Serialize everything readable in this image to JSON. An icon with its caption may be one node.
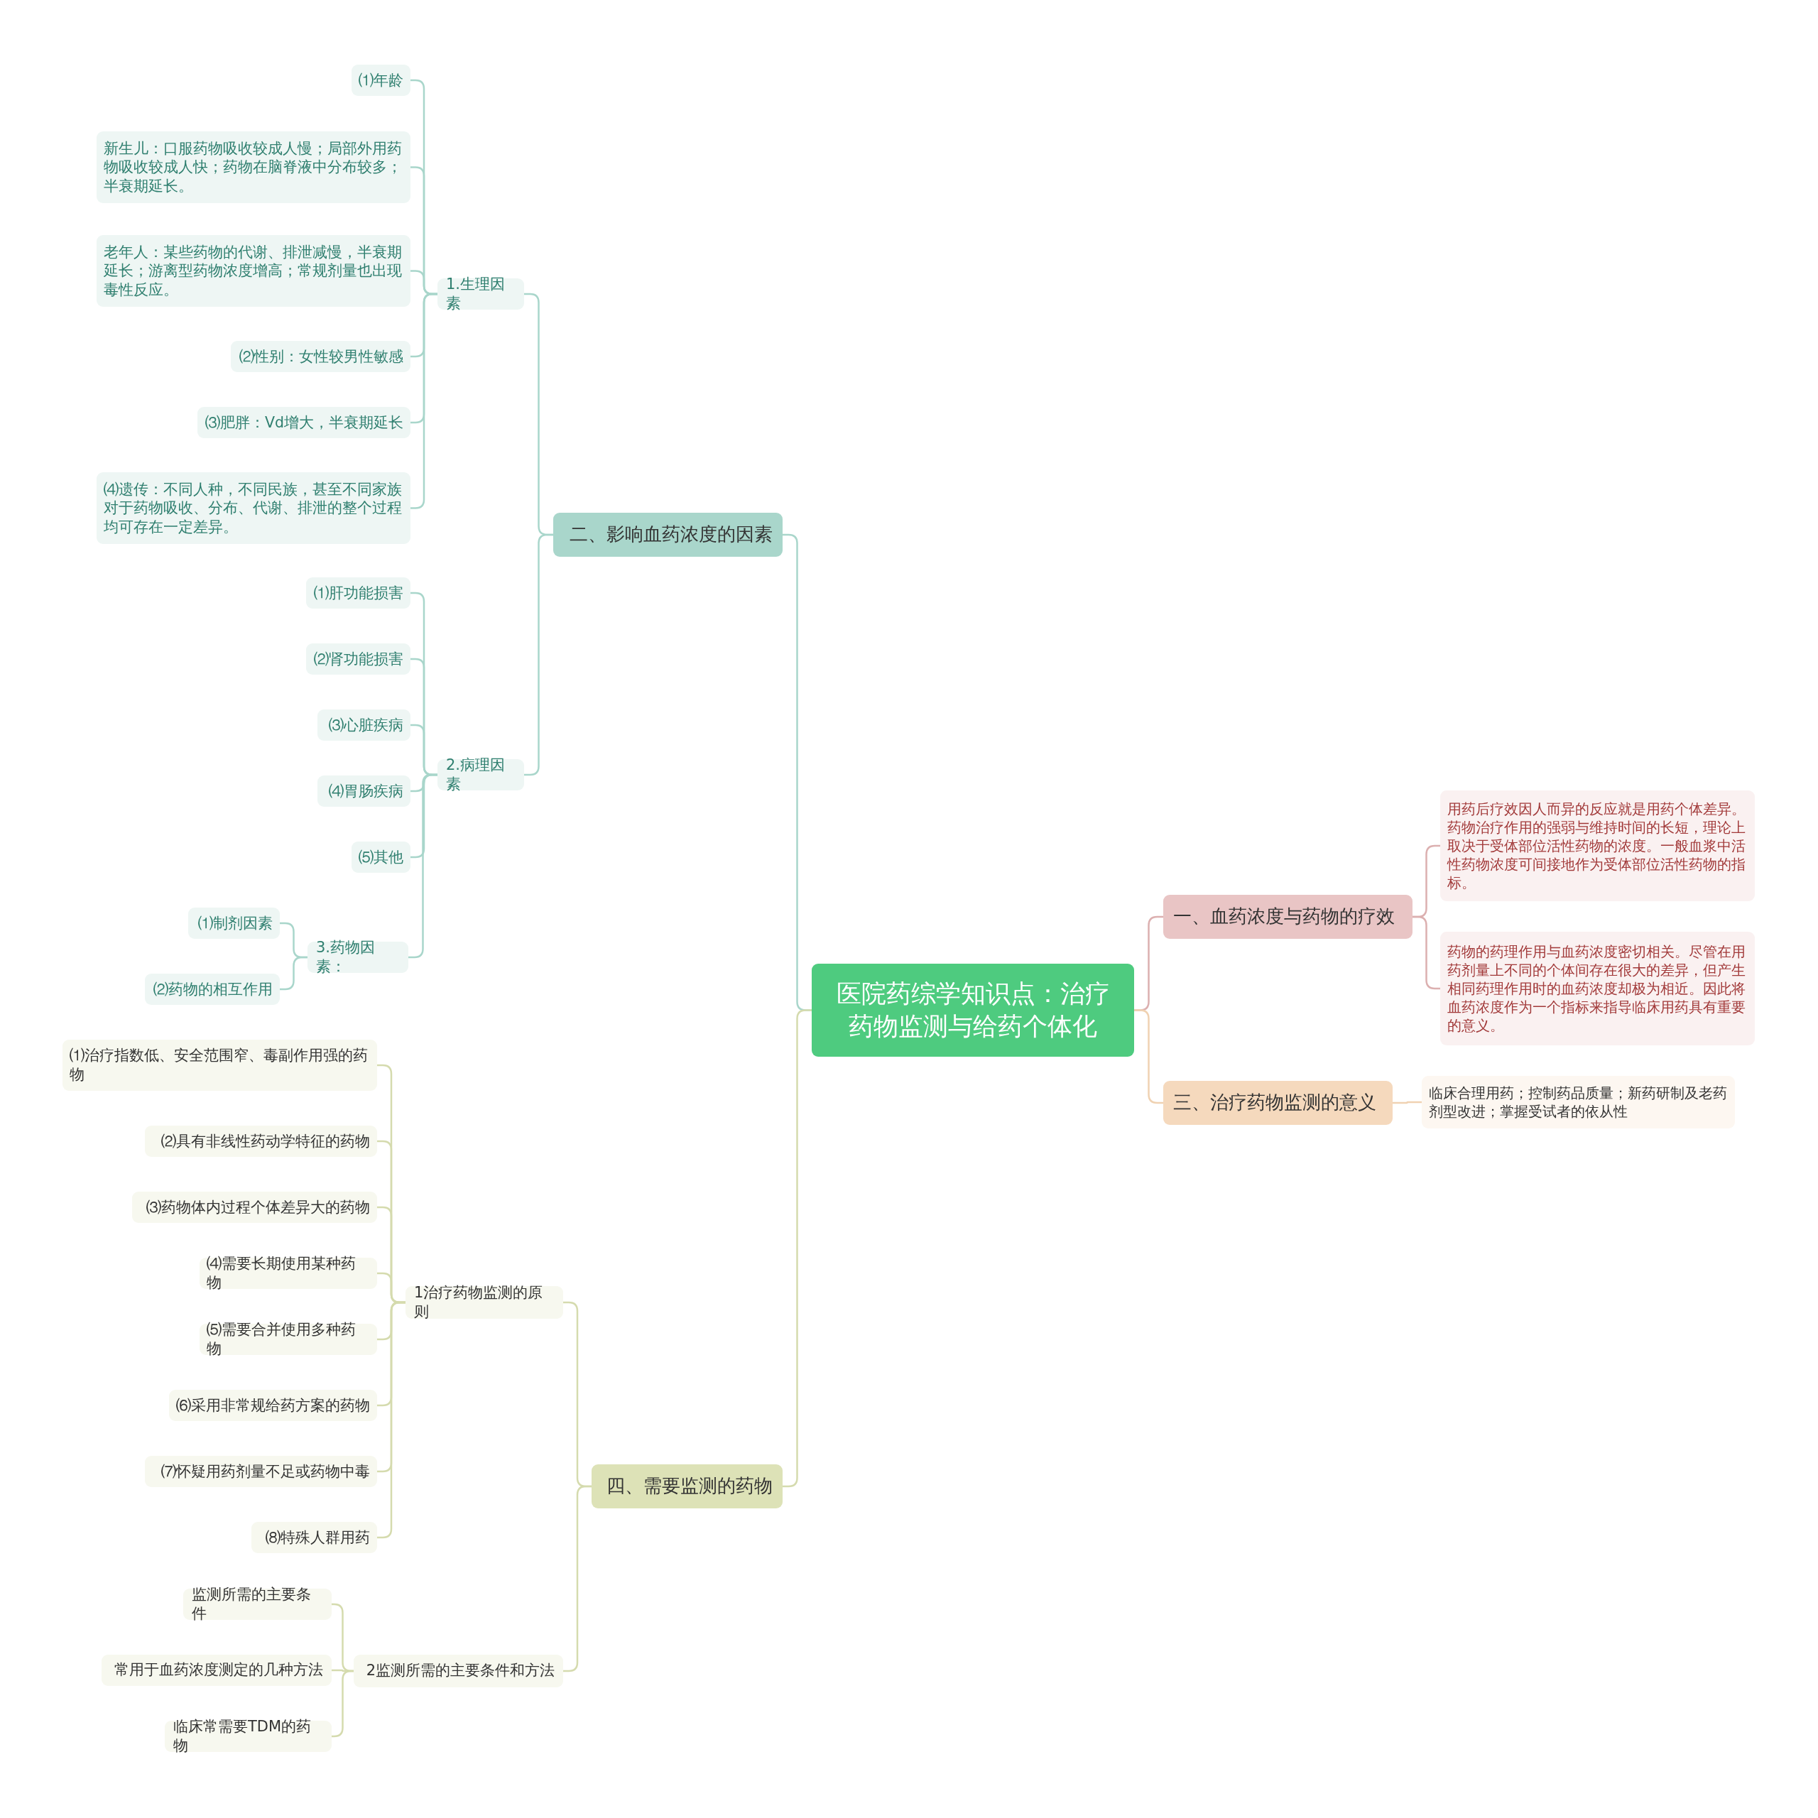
{
  "diagram": {
    "nodes": [
      {
        "text": [
          "医院药综学知识点：治疗药物监测与给药个体化"
        ]
      },
      {
        "text": [
          "一、血药浓度与药物的疗效"
        ]
      },
      {
        "text": [
          "用药后疗效因人而异的反应就是用药个体差异。药物治疗作用的强弱与维持时间的长短，理论上取决于受体部位活性药物的浓度。一般血浆中活性药物浓度可间接地作为受体部位活性药物的指标。"
        ]
      },
      {
        "text": [
          "药物的药理作用与血药浓度密切相关。尽管在用药剂量上不同的个体间存在很大的差异，但产生相同药理作用时的血药浓度却极为相近。因此将血药浓度作为一个指标来指导临床用药具有重要的意义。"
        ]
      },
      {
        "text": [
          "三、治疗药物监测的意义"
        ]
      },
      {
        "text": [
          "临床合理用药；控制药品质量；新药研制及老药剂型改进；掌握受试者的依从性"
        ]
      },
      {
        "text": [
          "二、影响血药浓度的因素"
        ]
      },
      {
        "text": [
          "1.生理因素"
        ]
      },
      {
        "text": [
          "⑴年龄"
        ]
      },
      {
        "text": [
          "新生儿：口服药物吸收较成人慢；局部外用药物吸收较成人快；药物在脑脊液中分布较多；半衰期延长。"
        ]
      },
      {
        "text": [
          "老年人：某些药物的代谢、排泄减慢，半衰期延长；游离型药物浓度增高；常规剂量也出现毒性反应。"
        ]
      },
      {
        "text": [
          "⑵性别：女性较男性敏感"
        ]
      },
      {
        "text": [
          "⑶肥胖：Vd增大，半衰期延长"
        ]
      },
      {
        "text": [
          "⑷遗传：不同人种，不同民族，甚至不同家族对于药物吸收、分布、代谢、排泄的整个过程均可存在一定差异。"
        ]
      },
      {
        "text": [
          "2.病理因素"
        ]
      },
      {
        "text": [
          "⑴肝功能损害"
        ]
      },
      {
        "text": [
          "⑵肾功能损害"
        ]
      },
      {
        "text": [
          "⑶心脏疾病"
        ]
      },
      {
        "text": [
          "⑷胃肠疾病"
        ]
      },
      {
        "text": [
          "⑸其他"
        ]
      },
      {
        "text": [
          "3.药物因素："
        ]
      },
      {
        "text": [
          "⑴制剂因素"
        ]
      },
      {
        "text": [
          "⑵药物的相互作用"
        ]
      },
      {
        "text": [
          "四、需要监测的药物"
        ]
      },
      {
        "text": [
          "1治疗药物监测的原则"
        ]
      },
      {
        "text": [
          "⑴治疗指数低、安全范围窄、毒副作用强的药物"
        ]
      },
      {
        "text": [
          "⑵具有非线性药动学特征的药物"
        ]
      },
      {
        "text": [
          "⑶药物体内过程个体差异大的药物"
        ]
      },
      {
        "text": [
          "⑷需要长期使用某种药物"
        ]
      },
      {
        "text": [
          "⑸需要合并使用多种药物"
        ]
      },
      {
        "text": [
          "⑹采用非常规给药方案的药物"
        ]
      },
      {
        "text": [
          "⑺怀疑用药剂量不足或药物中毒"
        ]
      },
      {
        "text": [
          "⑻特殊人群用药"
        ]
      },
      {
        "text": [
          "2监测所需的主要条件和方法"
        ]
      },
      {
        "text": [
          "监测所需的主要条件"
        ]
      },
      {
        "text": [
          "常用于血药浓度测定的几种方法"
        ]
      },
      {
        "text": [
          "临床常需要TDM的药物"
        ]
      }
    ],
    "edges": [
      {
        "from": 0,
        "to": 1,
        "arrow": "none",
        "color": "#dcb0b0"
      },
      {
        "from": 1,
        "to": 2,
        "arrow": "none",
        "color": "#dcb0b0"
      },
      {
        "from": 1,
        "to": 3,
        "arrow": "none",
        "color": "#dcb0b0"
      },
      {
        "from": 0,
        "to": 4,
        "arrow": "none",
        "color": "#f0d2b2"
      },
      {
        "from": 4,
        "to": 5,
        "arrow": "none",
        "color": "#f0d2b2"
      },
      {
        "from": 0,
        "to": 6,
        "arrow": "none"
      },
      {
        "from": 6,
        "to": 7,
        "arrow": "none"
      },
      {
        "from": 7,
        "to": 8,
        "arrow": "none"
      },
      {
        "from": 7,
        "to": 9,
        "arrow": "none"
      },
      {
        "from": 7,
        "to": 10,
        "arrow": "none"
      },
      {
        "from": 7,
        "to": 11,
        "arrow": "none"
      },
      {
        "from": 7,
        "to": 12,
        "arrow": "none"
      },
      {
        "from": 7,
        "to": 13,
        "arrow": "none"
      },
      {
        "from": 6,
        "to": 14,
        "arrow": "none"
      },
      {
        "from": 14,
        "to": 15,
        "arrow": "none"
      },
      {
        "from": 14,
        "to": 16,
        "arrow": "none"
      },
      {
        "from": 14,
        "to": 17,
        "arrow": "none"
      },
      {
        "from": 14,
        "to": 18,
        "arrow": "none"
      },
      {
        "from": 14,
        "to": 19,
        "arrow": "none"
      },
      {
        "from": 14,
        "to": 20,
        "arrow": "none"
      },
      {
        "from": 20,
        "to": 21,
        "arrow": "none"
      },
      {
        "from": 20,
        "to": 22,
        "arrow": "none"
      },
      {
        "from": 0,
        "to": 23,
        "arrow": "none",
        "color": "#d5dbae"
      },
      {
        "from": 23,
        "to": 24,
        "arrow": "none",
        "color": "#d5dbae"
      },
      {
        "from": 24,
        "to": 25,
        "arrow": "none",
        "color": "#d5dbae"
      },
      {
        "from": 24,
        "to": 26,
        "arrow": "none",
        "color": "#d5dbae"
      },
      {
        "from": 24,
        "to": 27,
        "arrow": "none",
        "color": "#d5dbae"
      },
      {
        "from": 24,
        "to": 28,
        "arrow": "none",
        "color": "#d5dbae"
      },
      {
        "from": 24,
        "to": 29,
        "arrow": "none",
        "color": "#d5dbae"
      },
      {
        "from": 24,
        "to": 30,
        "arrow": "none",
        "color": "#d5dbae"
      },
      {
        "from": 24,
        "to": 31,
        "arrow": "none",
        "color": "#d5dbae"
      },
      {
        "from": 24,
        "to": 32,
        "arrow": "none",
        "color": "#d5dbae"
      },
      {
        "from": 23,
        "to": 33,
        "arrow": "none",
        "color": "#d5dbae"
      },
      {
        "from": 33,
        "to": 34,
        "arrow": "none",
        "color": "#d5dbae"
      },
      {
        "from": 33,
        "to": 35,
        "arrow": "none",
        "color": "#d5dbae"
      },
      {
        "from": 33,
        "to": 36,
        "arrow": "none",
        "color": "#d5dbae"
      }
    ]
  }
}
